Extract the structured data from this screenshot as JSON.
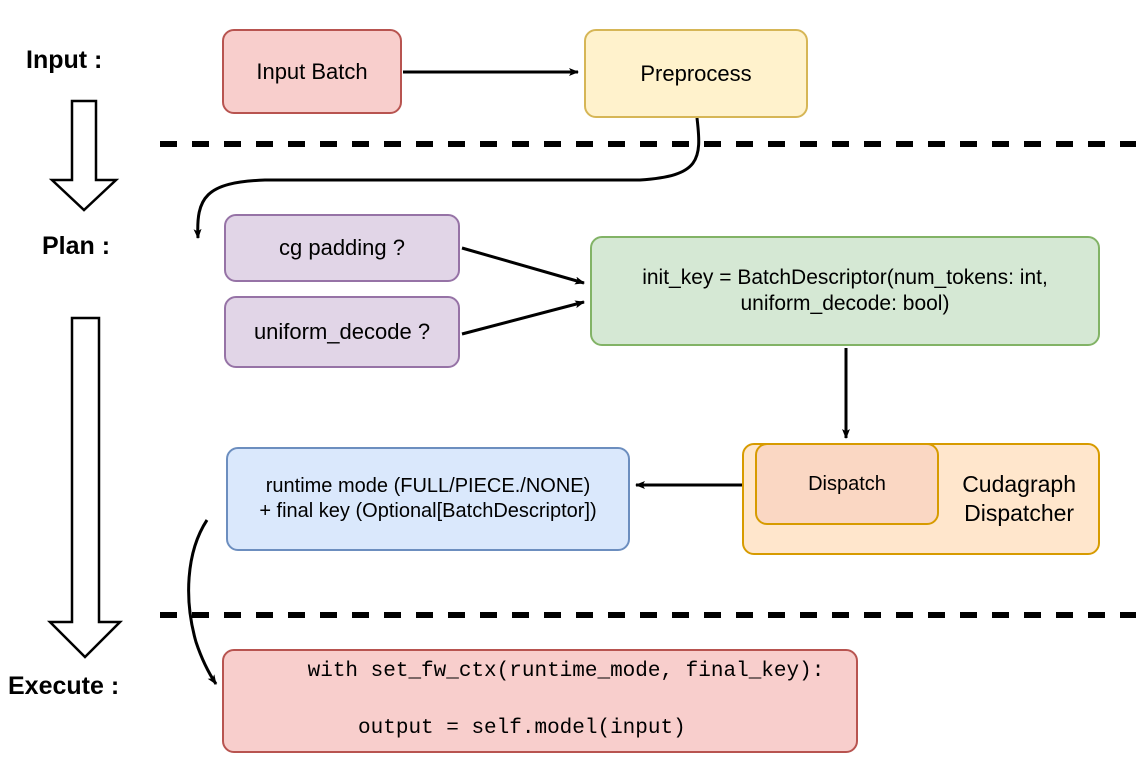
{
  "diagram": {
    "title": "vLLM cudagraph dispatch pipeline",
    "stages": [
      {
        "id": "input",
        "label": "Input :"
      },
      {
        "id": "plan",
        "label": "Plan :"
      },
      {
        "id": "execute",
        "label": "Execute :"
      }
    ],
    "nodes": {
      "input_batch": {
        "label": "Input Batch",
        "fill": "#f8cecc",
        "stroke": "#b85450"
      },
      "preprocess": {
        "label": "Preprocess",
        "fill": "#fff2cc",
        "stroke": "#d6b656"
      },
      "cg_padding": {
        "label": "cg padding ?",
        "fill": "#e1d5e7",
        "stroke": "#9673a6"
      },
      "uniform_decode": {
        "label": "uniform_decode ?",
        "fill": "#e1d5e7",
        "stroke": "#9673a6"
      },
      "init_key": {
        "line1": "init_key = BatchDescriptor(num_tokens: int,",
        "line2": "uniform_decode: bool)",
        "fill": "#d5e8d4",
        "stroke": "#82b366"
      },
      "dispatch": {
        "label": "Dispatch",
        "fill": "#fad7c3",
        "stroke": "#d79b00"
      },
      "cudagraph_dispatcher": {
        "line1": "Cudagraph",
        "line2": "Dispatcher",
        "fill": "#ffe6cc",
        "stroke": "#d79b00"
      },
      "runtime_mode": {
        "line1": "runtime mode (FULL/PIECE./NONE)",
        "line2": "+ final key (Optional[BatchDescriptor])",
        "fill": "#dae8fc",
        "stroke": "#6c8ebf"
      },
      "execute_code": {
        "line1": "with set_fw_ctx(runtime_mode, final_key):",
        "line2": "    output = self.model(input)",
        "fill": "#f8cecc",
        "stroke": "#b85450"
      }
    },
    "separators": [
      {
        "name": "input-plan-divider"
      },
      {
        "name": "plan-execute-divider"
      }
    ],
    "connectors": [
      {
        "name": "input-batch-to-preprocess"
      },
      {
        "name": "preprocess-to-cg-padding"
      },
      {
        "name": "cg-padding-to-init-key"
      },
      {
        "name": "uniform-decode-to-init-key"
      },
      {
        "name": "init-key-to-dispatch"
      },
      {
        "name": "dispatch-to-runtime-mode"
      },
      {
        "name": "runtime-mode-to-execute-code"
      },
      {
        "name": "input-stage-block-arrow"
      },
      {
        "name": "plan-stage-block-arrow"
      }
    ],
    "colors": {
      "line": "#000000",
      "background": "#ffffff",
      "divider": "#000000"
    }
  }
}
